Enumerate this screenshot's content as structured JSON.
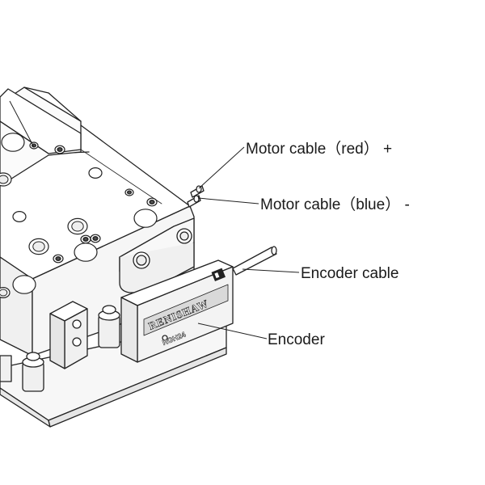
{
  "labels": {
    "motor_red": "Motor cable（red） +",
    "motor_blue": "Motor cable（blue） -",
    "encoder_cable": "Encoder cable",
    "encoder": "Encoder"
  },
  "device": {
    "brand": "RENISHAW",
    "model": "RGH24"
  },
  "colors": {
    "line": "#222222",
    "face_light": "#ffffff",
    "face_shade": "#f2f2f2",
    "face_dark": "#e6e6e6",
    "hole": "#444444"
  }
}
